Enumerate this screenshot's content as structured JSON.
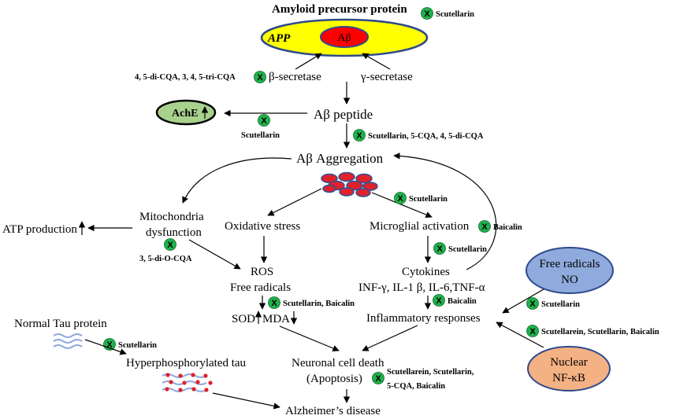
{
  "title": "Amyloid precursor protein",
  "inhibitor_mark": "X",
  "labels": {
    "app": "APP",
    "abeta_core": "Aβ",
    "beta_secretase": "β-secretase",
    "gamma_secretase": "γ-secretase",
    "abeta_peptide": "Aβ peptide",
    "ache": "AchE",
    "abeta_aggregation": "Aβ Aggregation",
    "mito_line1": "Mitochondria",
    "mito_line2": "dysfunction",
    "atp": "ATP production",
    "oxidative": "Oxidative stress",
    "microglial": "Microglial activation",
    "ros_line1": "ROS",
    "ros_line2": "Free radicals",
    "cytokines_line1": "Cytokines",
    "cytokines_line2": "INF-γ, IL-1 β, IL-6,TNF-α",
    "sod": "SOD",
    "mda": "MDA",
    "inflammatory": "Inflammatory responses",
    "normal_tau": "Normal Tau protein",
    "hyper_tau": "Hyperphosphorylated tau",
    "neuronal_line1": "Neuronal cell death",
    "neuronal_line2": "(Apoptosis)",
    "alzheimers": "Alzheimer’s disease",
    "free_radicals_line1": "Free radicals",
    "free_radicals_line2": "NO",
    "nuclear_line1": "Nuclear",
    "nuclear_line2": "NF-κB"
  },
  "inhibitors": {
    "app_top": "Scutellarin",
    "beta_secretase": "4, 5-di-CQA, 3, 4, 5-tri-CQA",
    "ache": "Scutellarin",
    "peptide_aggregation": "Scutellarin, 5-CQA, 4, 5-di-CQA",
    "aggregation_microglia": "Scutellarin",
    "microglial": "Baicalin",
    "mito": "3, 5-di-O-CQA",
    "microglia_cytokines": "Scutellarin",
    "ros": "Scutellarin, Baicalin",
    "cytokines": "Baicalin",
    "free_radicals_no": "Scutellarin",
    "nuclear": "Scutellarein, Scutellarin, Baicalin",
    "tau": "Scutellarin",
    "apoptosis_line1": "Scutellarein, Scutellarin,",
    "apoptosis_line2": "5-CQA, Baicalin"
  },
  "colors": {
    "app_ellipse_fill": "#ffff00",
    "app_ellipse_stroke": "#2e4a8c",
    "abeta_core_fill": "#ff0000",
    "inhibitor_circle": "#22b14c",
    "ache_fill": "#a9d18e",
    "free_radicals_fill": "#8faadc",
    "nuclear_fill": "#f4b183",
    "aggregate_fill": "#e0202a",
    "aggregate_stroke": "#2f5597",
    "tau_line": "#8faadc",
    "tau_dot": "#e0202a"
  }
}
